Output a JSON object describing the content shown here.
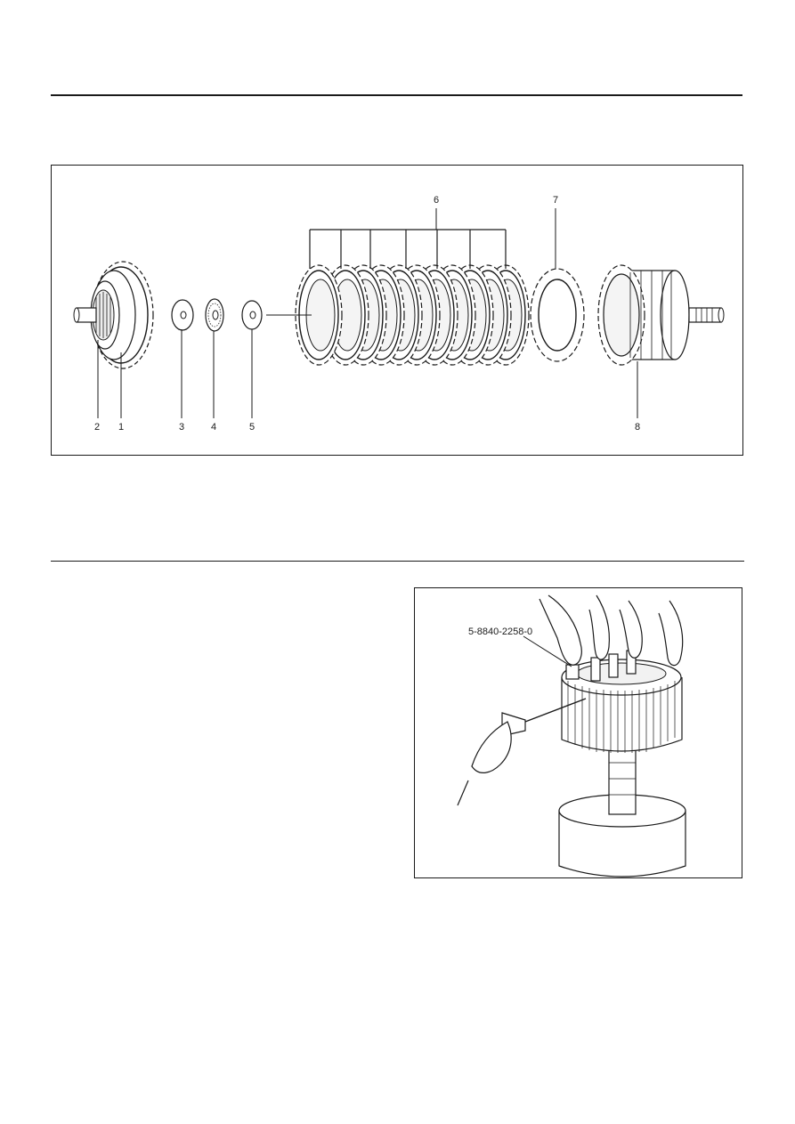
{
  "exploded_view": {
    "callouts": {
      "c1": "1",
      "c2": "2",
      "c3": "3",
      "c4": "4",
      "c5": "5",
      "c6": "6",
      "c7": "7",
      "c8": "8"
    }
  },
  "tool_photo": {
    "tool_number": "5-8840-2258-0"
  }
}
